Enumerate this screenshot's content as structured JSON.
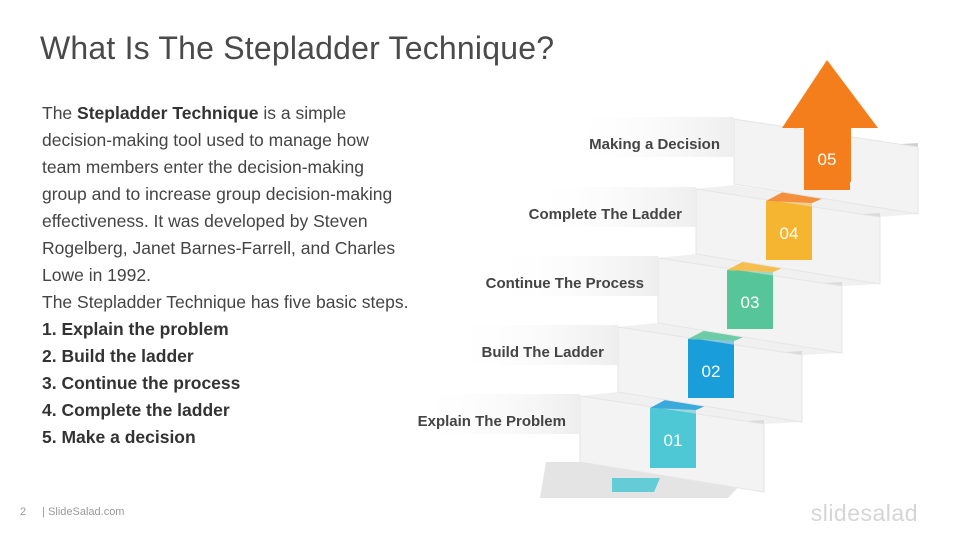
{
  "slide": {
    "title": "What Is The Stepladder Technique?",
    "paragraph1": {
      "lead": "The ",
      "bold": "Stepladder Technique",
      "rest": " is a simple decision-making tool used to manage how team members enter the decision-making group and to increase group decision-making effectiveness. It was developed by Steven Rogelberg, Janet Barnes-Farrell, and Charles Lowe in 1992."
    },
    "paragraph2": "The Stepladder Technique has five basic steps.",
    "steps": [
      "1. Explain the problem",
      "2. Build the ladder",
      "3. Continue the process",
      "4. Complete the ladder",
      "5. Make a decision"
    ]
  },
  "diagram": {
    "colors": {
      "step1": "#4dc8d4",
      "step2": "#1a9ed9",
      "step3": "#56c69a",
      "step4": "#f6b531",
      "step5": "#f57e1c",
      "stair_riser": "#f3f3f3",
      "stair_tread": "#e4e4e4",
      "stair_side": "#d0d0d0"
    },
    "steps": [
      {
        "num": "01",
        "label": "Explain The Problem"
      },
      {
        "num": "02",
        "label": "Build The Ladder"
      },
      {
        "num": "03",
        "label": "Continue The Process"
      },
      {
        "num": "04",
        "label": "Complete The Ladder"
      },
      {
        "num": "05",
        "label": "Making a Decision"
      }
    ]
  },
  "footer": {
    "page_number": "2",
    "site": "| SlideSalad.com"
  },
  "logo": "slidesalad"
}
